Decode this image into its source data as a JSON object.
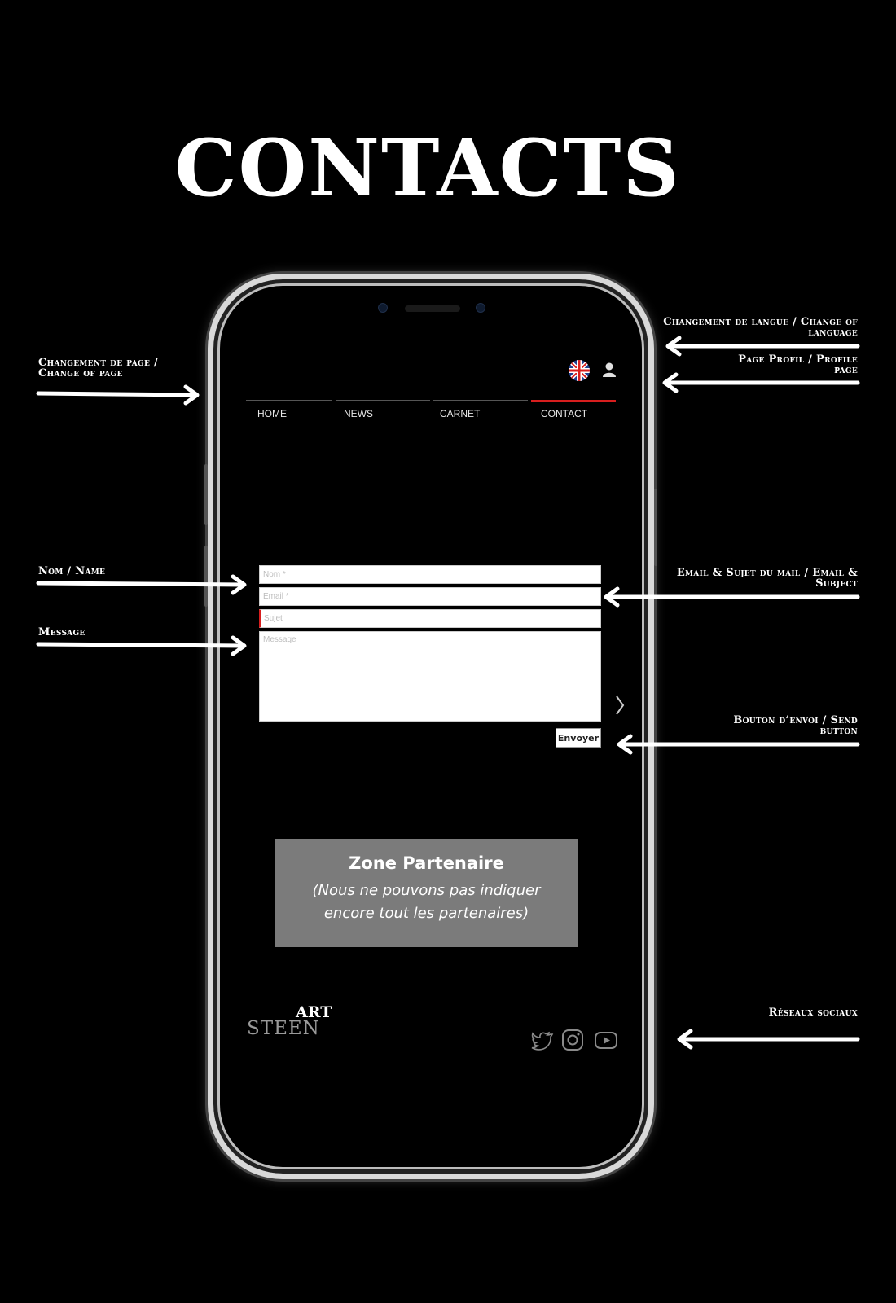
{
  "page": {
    "title": "CONTACTS"
  },
  "header": {
    "language_icon": "uk-flag-icon",
    "profile_icon": "user-profile-icon"
  },
  "nav": {
    "items": [
      {
        "label": "HOME",
        "active": false
      },
      {
        "label": "NEWS",
        "active": false
      },
      {
        "label": "CARNET",
        "active": false
      },
      {
        "label": "CONTACT",
        "active": true
      }
    ]
  },
  "form": {
    "name_placeholder": "Nom *",
    "email_placeholder": "Email *",
    "subject_placeholder": "Sujet",
    "message_placeholder": "Message",
    "send_label": "Envoyer"
  },
  "partner": {
    "title": "Zone Partenaire",
    "subtitle": "(Nous ne pouvons pas indiquer encore tout les partenaires)"
  },
  "footer": {
    "logo_main": "STEEN",
    "logo_accent": "ART",
    "social_icons": [
      "twitter-icon",
      "instagram-icon",
      "youtube-icon"
    ]
  },
  "annotations": {
    "language": "Changement de langue / Change of language",
    "profile": "Page Profil / Profile page",
    "page_change": "Changement de page / Change of page",
    "name": "Nom / Name",
    "email_subject": "Email & Sujet du mail / Email & Subject",
    "message": "Message",
    "send": "Bouton d’envoi / Send button",
    "social": "Réseaux sociaux"
  },
  "colors": {
    "background": "#000000",
    "accent": "#d71e1e",
    "partner_bg": "#7b7b7b",
    "nav_bar": "#555555"
  }
}
